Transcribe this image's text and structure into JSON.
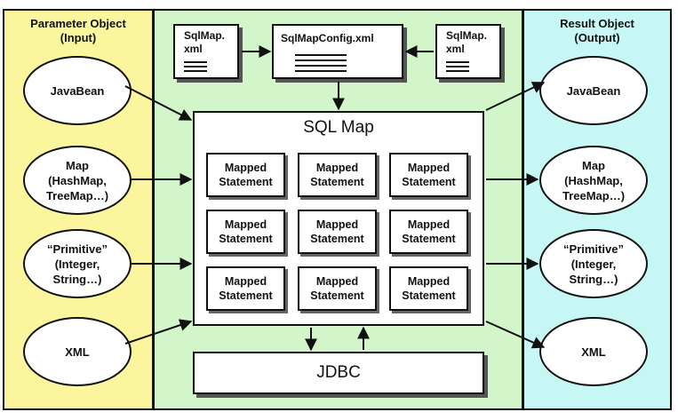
{
  "panels": {
    "left": {
      "title": "Parameter Object\n(Input)",
      "color": "#fbf59e"
    },
    "middle": {
      "color": "#d2f5ca"
    },
    "right": {
      "title": "Result Object\n(Output)",
      "color": "#c6f7f5"
    }
  },
  "input_objects": [
    "JavaBean",
    "Map\n(HashMap,\nTreeMap…)",
    "“Primitive”\n(Integer,\nString…)",
    "XML"
  ],
  "output_objects": [
    "JavaBean",
    "Map\n(HashMap,\nTreeMap…)",
    "“Primitive”\n(Integer,\nString…)",
    "XML"
  ],
  "config": {
    "sqlmap_left": "SqlMap.\nxml",
    "sqlmap_config": "SqlMapConfig.xml",
    "sqlmap_right": "SqlMap.\nxml"
  },
  "sql_map": {
    "title": "SQL Map",
    "statements": [
      "Mapped\nStatement",
      "Mapped\nStatement",
      "Mapped\nStatement",
      "Mapped\nStatement",
      "Mapped\nStatement",
      "Mapped\nStatement",
      "Mapped\nStatement",
      "Mapped\nStatement",
      "Mapped\nStatement"
    ]
  },
  "jdbc": {
    "label": "JDBC"
  }
}
